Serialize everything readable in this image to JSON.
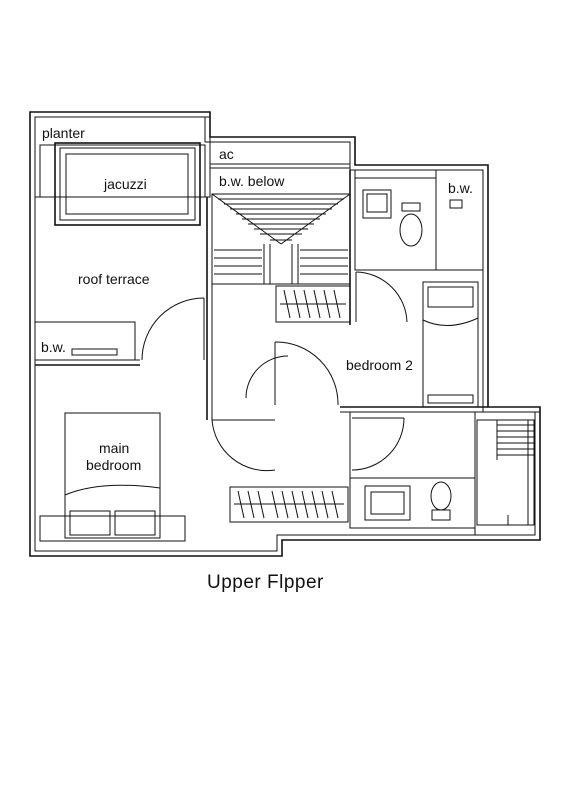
{
  "labels": {
    "planter": "planter",
    "ac": "ac",
    "jacuzzi": "jacuzzi",
    "bw_below": "b.w. below",
    "bw_top": "b.w.",
    "roof_terrace": "roof terrace",
    "bw_left": "b.w.",
    "bedroom2": "bedroom 2",
    "main_bedroom_line1": "main",
    "main_bedroom_line2": "bedroom"
  },
  "caption": "Upper Flpper",
  "colors": {
    "line": "#111111",
    "background": "#ffffff"
  }
}
